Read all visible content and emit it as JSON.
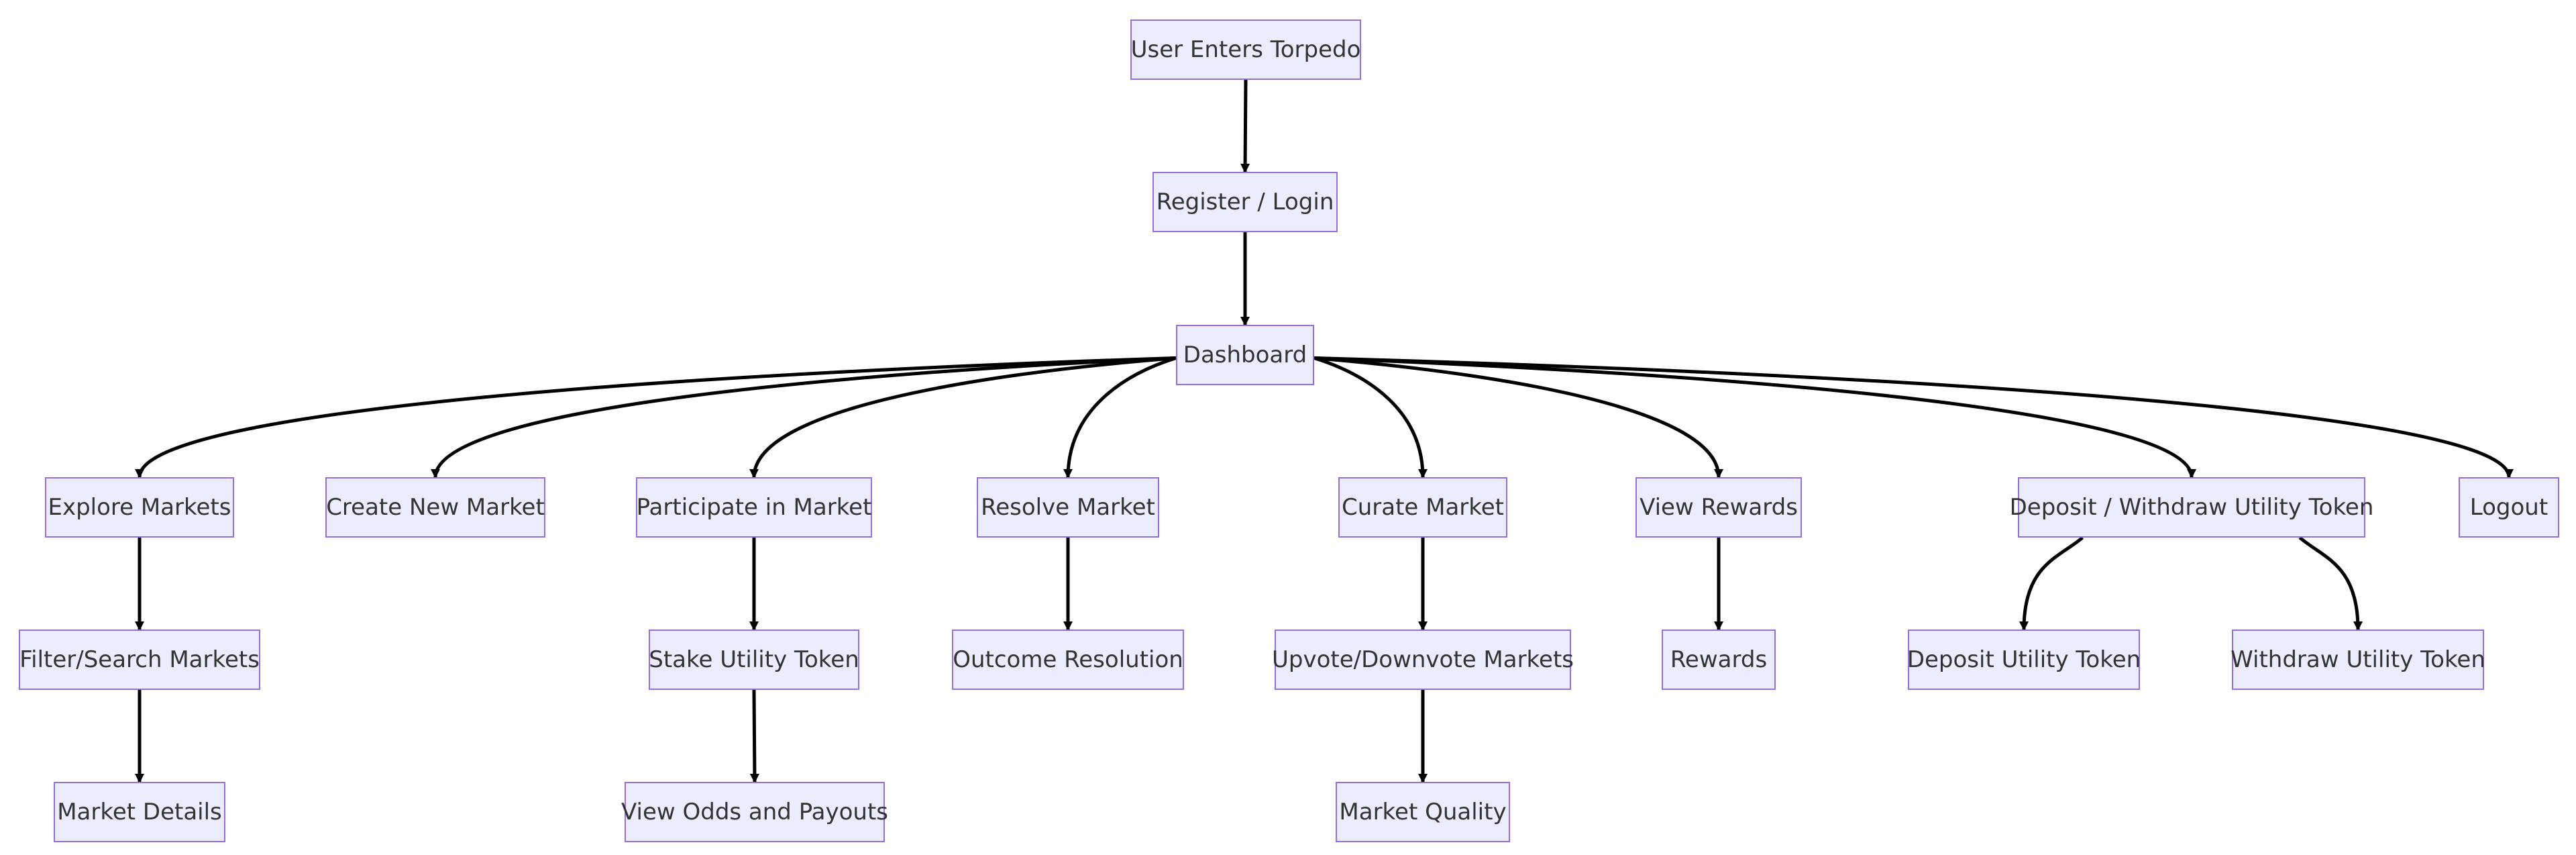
{
  "colors": {
    "node_fill": "#ececff",
    "node_border": "#9370db",
    "text": "#333333",
    "edge": "#000000"
  },
  "nodes": {
    "start": "User Enters Torpedo",
    "login": "Register / Login",
    "dashboard": "Dashboard",
    "explore": "Explore Markets",
    "create": "Create New Market",
    "participate": "Participate in Market",
    "resolve": "Resolve Market",
    "curate": "Curate Market",
    "rewards_view": "View Rewards",
    "deposit_withdraw": "Deposit / Withdraw Utility Token",
    "logout": "Logout",
    "filter": "Filter/Search Markets",
    "stake": "Stake Utility Token",
    "outcome": "Outcome Resolution",
    "upvote": "Upvote/Downvote Markets",
    "rewards": "Rewards",
    "deposit": "Deposit Utility Token",
    "withdraw": "Withdraw Utility Token",
    "details": "Market Details",
    "odds": "View Odds and Payouts",
    "quality": "Market Quality"
  },
  "edges": [
    [
      "start",
      "login"
    ],
    [
      "login",
      "dashboard"
    ],
    [
      "dashboard",
      "explore"
    ],
    [
      "dashboard",
      "create"
    ],
    [
      "dashboard",
      "participate"
    ],
    [
      "dashboard",
      "resolve"
    ],
    [
      "dashboard",
      "curate"
    ],
    [
      "dashboard",
      "rewards_view"
    ],
    [
      "dashboard",
      "deposit_withdraw"
    ],
    [
      "dashboard",
      "logout"
    ],
    [
      "explore",
      "filter"
    ],
    [
      "filter",
      "details"
    ],
    [
      "participate",
      "stake"
    ],
    [
      "stake",
      "odds"
    ],
    [
      "resolve",
      "outcome"
    ],
    [
      "curate",
      "upvote"
    ],
    [
      "upvote",
      "quality"
    ],
    [
      "rewards_view",
      "rewards"
    ],
    [
      "deposit_withdraw",
      "deposit"
    ],
    [
      "deposit_withdraw",
      "withdraw"
    ]
  ]
}
